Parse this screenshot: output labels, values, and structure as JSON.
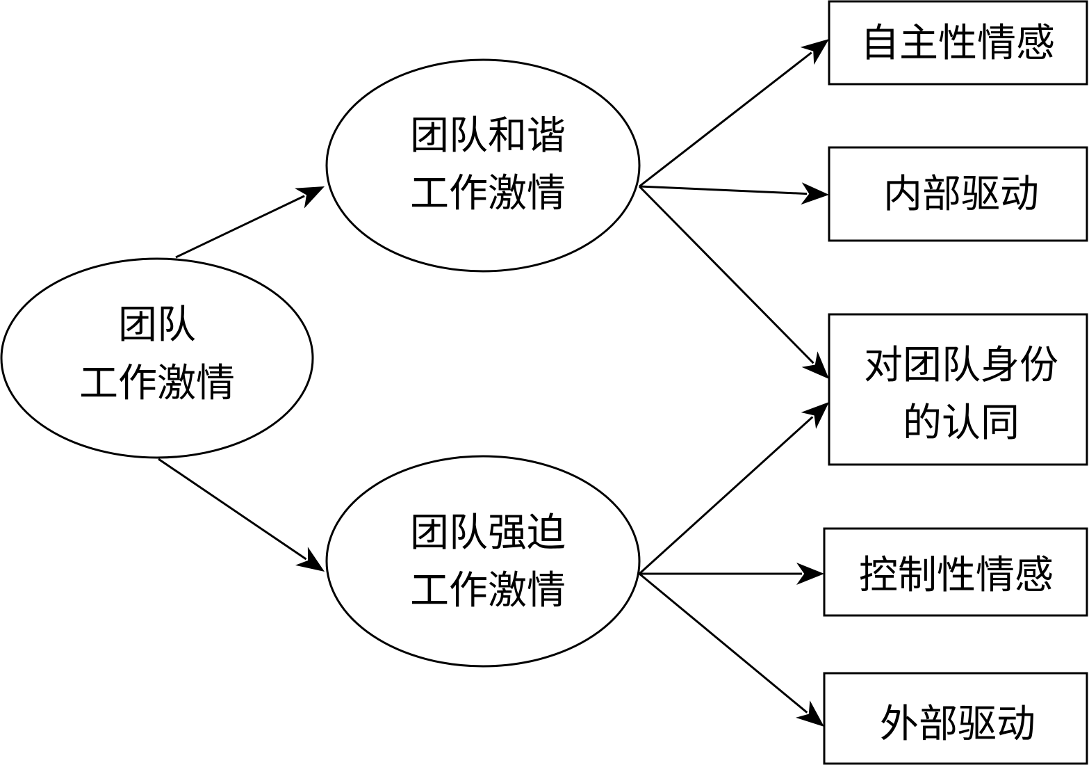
{
  "nodes": {
    "team_passion": {
      "lines": [
        "团队",
        "工作激情"
      ]
    },
    "harmonious": {
      "lines": [
        "团队和谐",
        "工作激情"
      ]
    },
    "obsessive": {
      "lines": [
        "团队强迫",
        "工作激情"
      ]
    },
    "autonomy": {
      "lines": [
        "自主性情感"
      ]
    },
    "internal_drive": {
      "lines": [
        "内部驱动"
      ]
    },
    "team_identity": {
      "lines": [
        "对团队身份",
        "的认同"
      ]
    },
    "control": {
      "lines": [
        "控制性情感"
      ]
    },
    "external_drive": {
      "lines": [
        "外部驱动"
      ]
    }
  },
  "edges": [
    {
      "from": "team_passion",
      "to": "harmonious"
    },
    {
      "from": "team_passion",
      "to": "obsessive"
    },
    {
      "from": "harmonious",
      "to": "autonomy"
    },
    {
      "from": "harmonious",
      "to": "internal_drive"
    },
    {
      "from": "harmonious",
      "to": "team_identity"
    },
    {
      "from": "obsessive",
      "to": "team_identity"
    },
    {
      "from": "obsessive",
      "to": "control"
    },
    {
      "from": "obsessive",
      "to": "external_drive"
    }
  ]
}
